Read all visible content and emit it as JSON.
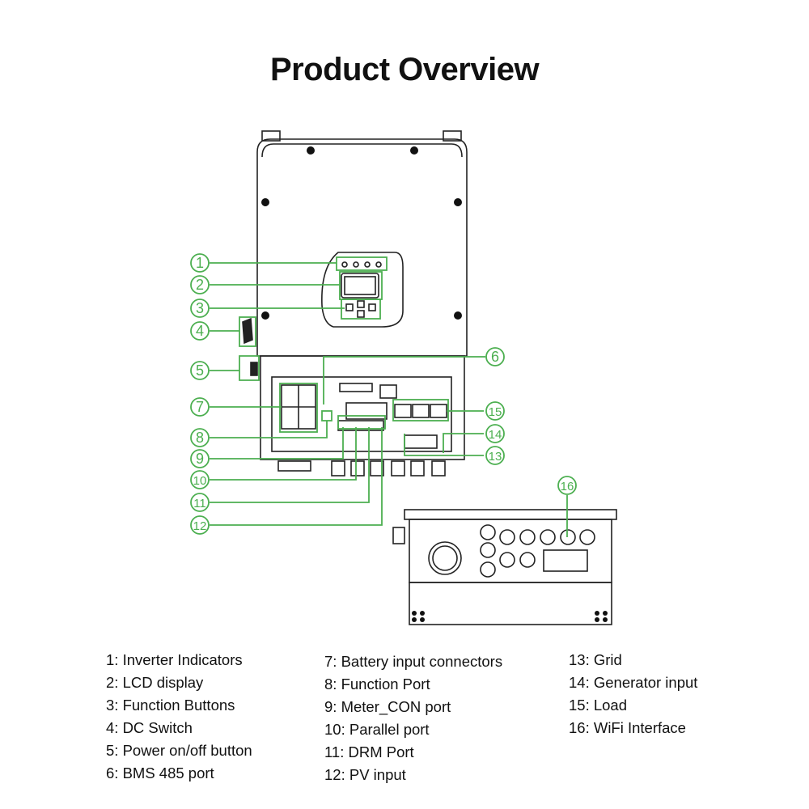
{
  "title": "Product Overview",
  "accent_color": "#4caf50",
  "callouts": [
    "1",
    "2",
    "3",
    "4",
    "5",
    "6",
    "7",
    "8",
    "9",
    "10",
    "11",
    "12",
    "13",
    "14",
    "15",
    "16"
  ],
  "legend": {
    "col1": [
      "1: Inverter Indicators",
      "2: LCD display",
      "3: Function Buttons",
      "4: DC Switch",
      "5: Power on/off button",
      "6: BMS 485 port"
    ],
    "col2": [
      "7: Battery input connectors",
      "8: Function Port",
      "9: Meter_CON port",
      "10: Parallel port",
      "11: DRM Port",
      "12: PV input"
    ],
    "col3": [
      "13: Grid",
      "14: Generator input",
      "15: Load",
      "16: WiFi Interface"
    ]
  }
}
